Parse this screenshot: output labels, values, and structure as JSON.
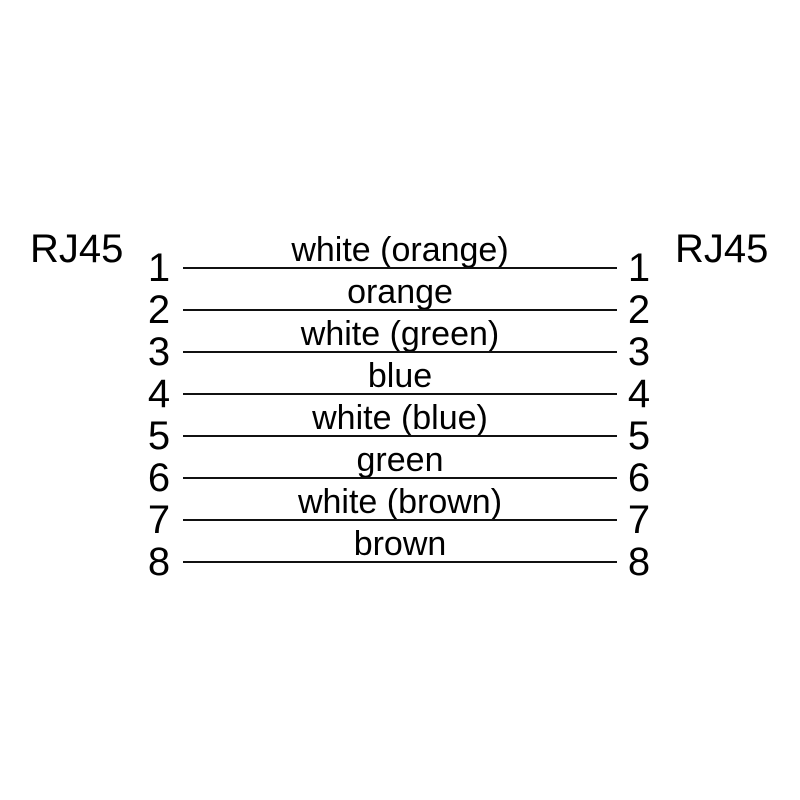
{
  "diagram": {
    "type": "rj45-straight-through-cable-pinout",
    "left_connector": {
      "label": "RJ45"
    },
    "right_connector": {
      "label": "RJ45"
    },
    "wires": [
      {
        "left_pin": "1",
        "right_pin": "1",
        "label": "white (orange)"
      },
      {
        "left_pin": "2",
        "right_pin": "2",
        "label": "orange"
      },
      {
        "left_pin": "3",
        "right_pin": "3",
        "label": "white (green)"
      },
      {
        "left_pin": "4",
        "right_pin": "4",
        "label": "blue"
      },
      {
        "left_pin": "5",
        "right_pin": "5",
        "label": "white (blue)"
      },
      {
        "left_pin": "6",
        "right_pin": "6",
        "label": "green"
      },
      {
        "left_pin": "7",
        "right_pin": "7",
        "label": "white (brown)"
      },
      {
        "left_pin": "8",
        "right_pin": "8",
        "label": "brown"
      }
    ],
    "colors": {
      "background": "#ffffff",
      "text": "#000000",
      "line": "#111111"
    }
  }
}
